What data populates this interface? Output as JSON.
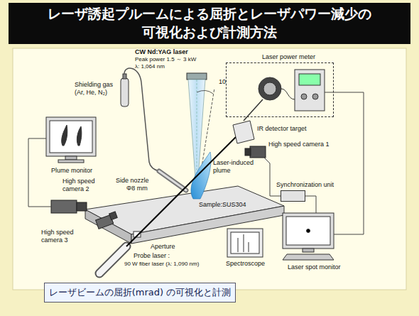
{
  "diagram": {
    "title": "レーザ誘起プルームによる屈折とレーザパワー減少の 可視化および計測方法",
    "caption": "レーザビームの屈折(mrad) の可視化と計測",
    "nodes": [
      {
        "text": [
          "Laser power meter"
        ]
      },
      {
        "text": [
          "Synchronization unit"
        ]
      }
    ],
    "labels": [
      "Shielding gas",
      "(Ar, He, N₂)",
      "CW Nd:YAG laser",
      "Peak power 1.5 ～ 3 kW",
      "λ: 1,064 nm",
      "10",
      "IR detector target",
      "High speed camera 1",
      "Plume monitor",
      "Side nozzle",
      "Φ8 mm",
      "Laser-induced plume",
      "High speed camera 2",
      "High speed camera 3",
      "Sample:SUS304",
      "Aperture",
      "Probe laser :",
      "90 W fiber laser (λ: 1,090 nm)",
      "Spectroscope",
      "Laser spot monitor"
    ]
  }
}
